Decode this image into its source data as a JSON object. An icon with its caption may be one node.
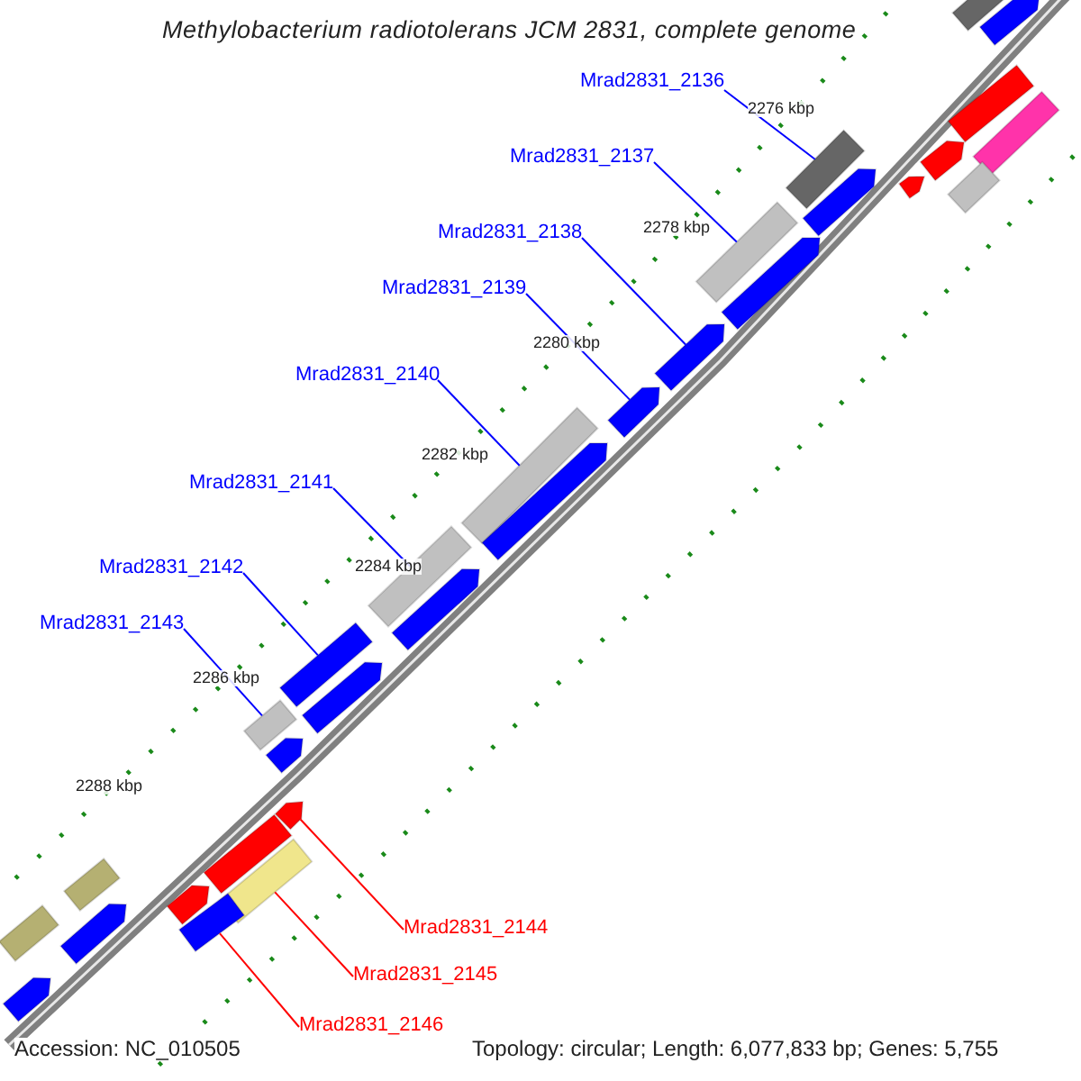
{
  "diagram": {
    "title": "Methylobacterium radiotolerans JCM 2831, complete genome",
    "nodes": [
      {
        "text": [
          "Mrad2831_2136"
        ]
      },
      {
        "text": [
          "Mrad2831_2137"
        ]
      },
      {
        "text": [
          "Mrad2831_2138"
        ]
      },
      {
        "text": [
          "Mrad2831_2139"
        ]
      },
      {
        "text": [
          "Mrad2831_2140"
        ]
      },
      {
        "text": [
          "Mrad2831_2141"
        ]
      },
      {
        "text": [
          "Mrad2831_2142"
        ]
      },
      {
        "text": [
          "Mrad2831_2143"
        ]
      },
      {
        "text": [
          "Mrad2831_2144"
        ]
      },
      {
        "text": [
          "Mrad2831_2145"
        ]
      },
      {
        "text": [
          "Mrad2831_2146"
        ]
      },
      {
        "text": [],
        "shape": "bar"
      },
      {
        "text": [],
        "shape": "arrow"
      },
      {
        "text": [],
        "shape": "bar"
      },
      {
        "text": [],
        "shape": "bar"
      },
      {
        "text": [],
        "shape": "arrow"
      },
      {
        "text": [],
        "shape": "bar"
      },
      {
        "text": [],
        "shape": "arrow"
      },
      {
        "text": [],
        "shape": "bar"
      },
      {
        "text": [],
        "shape": "arrow"
      },
      {
        "text": [],
        "shape": "bar"
      },
      {
        "text": [],
        "shape": "arrow"
      },
      {
        "text": [],
        "shape": "arrow"
      },
      {
        "text": [],
        "shape": "arrow"
      },
      {
        "text": [],
        "shape": "bar"
      },
      {
        "text": [],
        "shape": "arrow"
      },
      {
        "text": [],
        "shape": "bar"
      },
      {
        "text": [],
        "shape": "arrow"
      },
      {
        "text": [],
        "shape": "bar"
      },
      {
        "text": [],
        "shape": "arrow"
      },
      {
        "text": [],
        "shape": "bar"
      },
      {
        "text": [],
        "shape": "arrow"
      },
      {
        "text": [],
        "shape": "arrow"
      },
      {
        "text": [],
        "shape": "bar"
      },
      {
        "text": [],
        "shape": "bar"
      },
      {
        "text": [],
        "shape": "bar"
      },
      {
        "text": [],
        "shape": "arrow"
      },
      {
        "text": [],
        "shape": "bar"
      },
      {
        "text": [],
        "shape": "arrow"
      },
      {
        "text": [],
        "shape": "bar"
      },
      {
        "text": [],
        "shape": "arrow"
      }
    ],
    "edges": [
      {
        "from": 0,
        "to": 16,
        "arrow": "none"
      },
      {
        "from": 1,
        "to": 20,
        "arrow": "none"
      },
      {
        "from": 2,
        "to": 22,
        "arrow": "none"
      },
      {
        "from": 3,
        "to": 23,
        "arrow": "none"
      },
      {
        "from": 4,
        "to": 24,
        "arrow": "none"
      },
      {
        "from": 5,
        "to": 26,
        "arrow": "none"
      },
      {
        "from": 6,
        "to": 28,
        "arrow": "none"
      },
      {
        "from": 7,
        "to": 30,
        "arrow": "none"
      },
      {
        "from": 8,
        "to": 32,
        "arrow": "none",
        "color": "#ff0000"
      },
      {
        "from": 9,
        "to": 34,
        "arrow": "none",
        "color": "#ff0000"
      },
      {
        "from": 10,
        "to": 37,
        "arrow": "none",
        "color": "#ff0000"
      }
    ],
    "labels": [
      "2276 kbp",
      "2278 kbp",
      "2280 kbp",
      "2282 kbp",
      "2284 kbp",
      "2286 kbp",
      "2288 kbp",
      "Accession: NC_010505",
      "Topology: circular; Length: 6,077,833 bp; Genes: 5,755"
    ]
  }
}
